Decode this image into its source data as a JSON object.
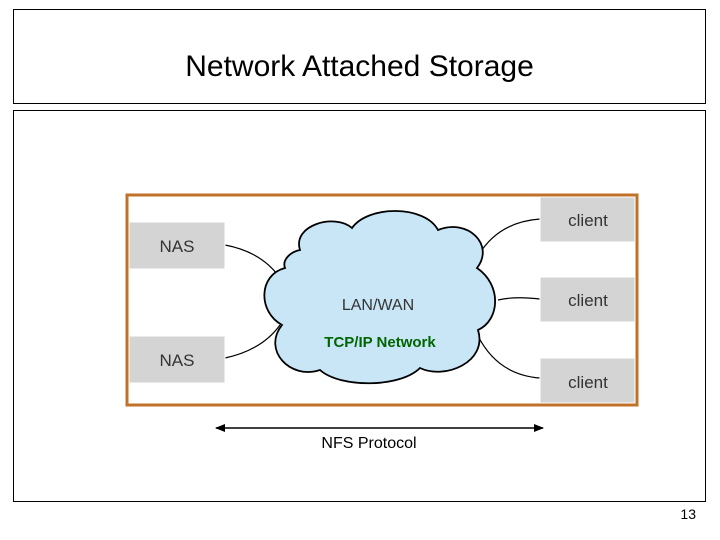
{
  "slide": {
    "title": "Network Attached Storage",
    "page_number": "13"
  },
  "diagram": {
    "nas_nodes": [
      "NAS",
      "NAS"
    ],
    "clients": [
      "client",
      "client",
      "client"
    ],
    "network_label": "LAN/WAN",
    "network_caption": "TCP/IP Network",
    "protocol_label": "NFS Protocol",
    "colors": {
      "frame": "#c0722a",
      "box_fill": "#d4d4d4",
      "cloud_fill": "#c9e6f7",
      "caption_text": "#006400"
    }
  }
}
